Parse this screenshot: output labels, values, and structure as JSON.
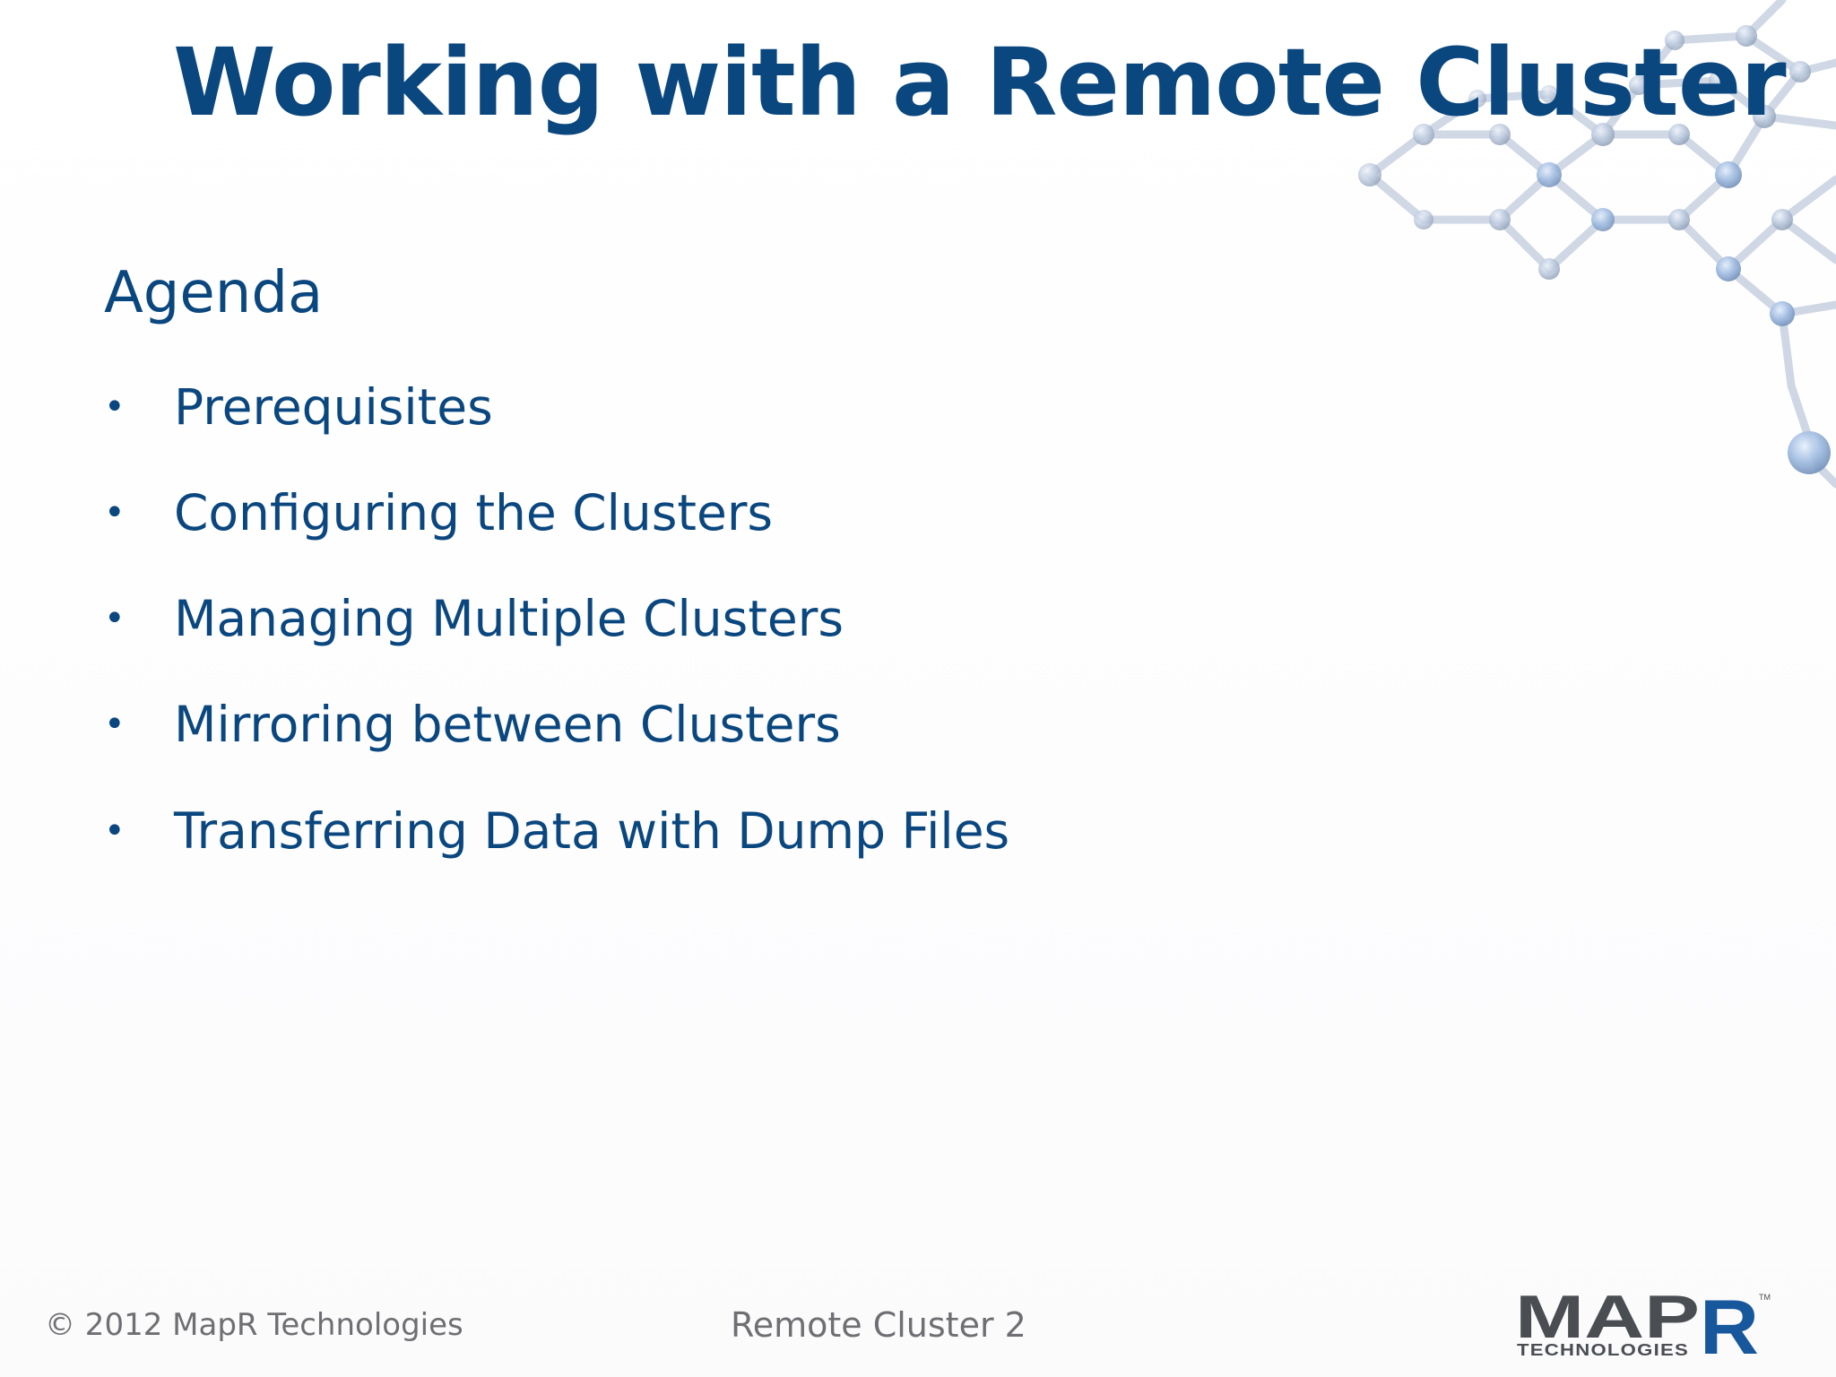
{
  "slide": {
    "title": "Working with a Remote Cluster",
    "agenda_heading": "Agenda",
    "agenda_items": [
      {
        "label": "Prerequisites"
      },
      {
        "label": "Configuring the Clusters"
      },
      {
        "label": "Managing Multiple Clusters"
      },
      {
        "label": "Mirroring between Clusters"
      },
      {
        "label": "Transferring Data with Dump Files"
      }
    ],
    "bullet_glyph": "•"
  },
  "footer": {
    "copyright": "© 2012 MapR Technologies",
    "slide_label": "Remote Cluster 2"
  },
  "logo": {
    "wordmark": "MAPR",
    "sub": "TECHNOLOGIES",
    "tm": "TM"
  },
  "colors": {
    "text": "#0b477f",
    "footer_text": "#6f6f73",
    "logo_grey": "#4a4d52",
    "logo_blue": "#17579b"
  }
}
